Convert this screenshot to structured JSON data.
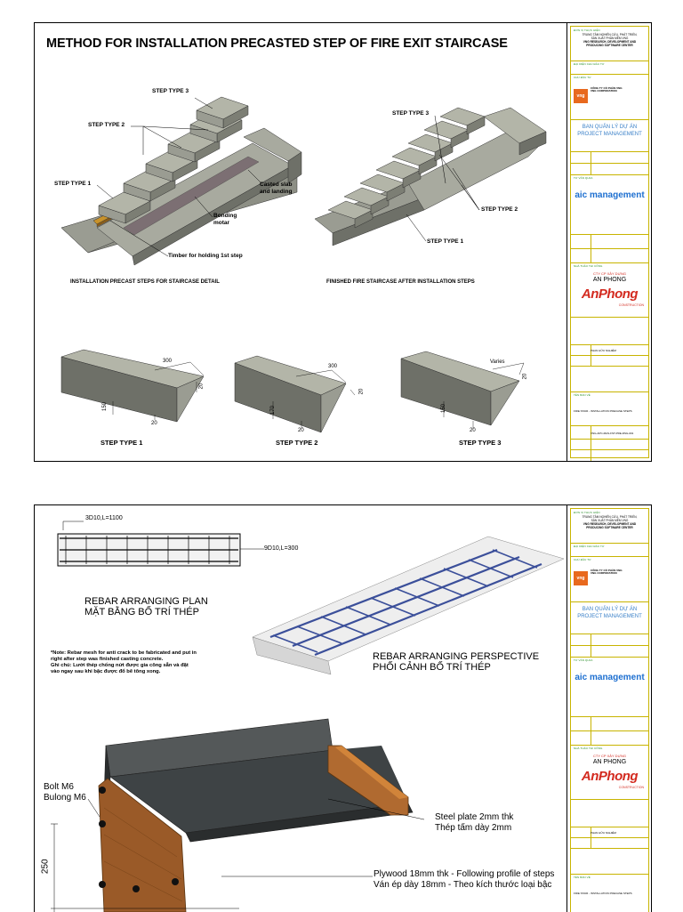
{
  "sheet1": {
    "title": "METHOD FOR INSTALLATION PRECASTED STEP OF FIRE EXIT STAIRCASE",
    "left_labels": {
      "step_type_3": "STEP TYPE 3",
      "step_type_2": "STEP TYPE 2",
      "step_type_1": "STEP TYPE 1",
      "casted_slab": "Casted slab\nand landing",
      "bonding": "Bonding\nmotar",
      "timber": "Timber for holding 1st step"
    },
    "right_labels": {
      "step_type_3": "STEP TYPE 3",
      "step_type_2": "STEP TYPE 2",
      "step_type_1": "STEP TYPE 1"
    },
    "caption_left": "INSTALLATION PRECAST STEPS FOR STAIRCASE DETAIL",
    "caption_right": "FINISHED FIRE STAIRCASE AFTER INSTALLATION STEPS",
    "steps": [
      {
        "caption": "STEP TYPE 1",
        "top": "300",
        "height": "150",
        "side": "20",
        "bottom": "20"
      },
      {
        "caption": "STEP TYPE 2",
        "top": "300",
        "height": "170",
        "side": "20",
        "bottom": "20"
      },
      {
        "caption": "STEP TYPE 3",
        "top": "Varies",
        "height": "150",
        "side": "20",
        "bottom": "20"
      }
    ]
  },
  "sheet2": {
    "rebar_top": "3D10,L=1100",
    "rebar_side": "9D10,L=300",
    "plan_title": "REBAR ARRANGING PLAN\nMẶT BẰNG BỐ TRÍ THÉP",
    "note": "*Note: Rebar mesh for anti crack to be fabricated and put in\nright after step was finished casting concrete.\nGhi chú: Lưới thép chống nứt được gia công sẵn và đặt\nvào ngay sau khi bậc được đổ bê tông xong.",
    "perspective_title": "REBAR ARRANGING PERSPECTIVE\nPHỐI CẢNH BỐ TRÍ THÉP",
    "bolt": "Bolt M6\nBulong M6",
    "steel_plate": "Steel plate 2mm thk\nThép tấm dày 2mm",
    "plywood": "Plywood 18mm thk - Following profile of steps\nVán ép dày 18mm - Theo kích thước loại bậc",
    "dim_250": "250"
  },
  "title_block": {
    "company1_vi": "TRUNG TÂM NGHIÊN CỨU, PHÁT TRIỂN,\nSẢN XUẤT PHẦN MỀM VNG",
    "company1_en": "VNG RESEARCH, DEVELOPMENT AND\nPRODUCING SOFTWARE CENTER",
    "vng_logo": "vng",
    "vng_name": "CÔNG TY CỔ PHẦN VNG\nVNG CORPORATION",
    "pm_vi": "BAN QUẢN LÝ DỰ ÁN",
    "pm_en": "PROJECT MANAGEMENT",
    "aic": "aic management",
    "contractor_vi": "CTY CP XÂY DỰNG",
    "contractor": "AN PHONG",
    "anphong_logo": "AnPhong",
    "anphong_sub": "CONSTRUCTION",
    "drawing_title": "FIRE STAIR - INSTALLATION PRECASE STEPS",
    "drawn_by": "PHAN HỮU NGHIÊM",
    "drawing_no": "VNG-APC-MAS-FST-PRE-DSG-001"
  },
  "colors": {
    "concrete_top": "#b3b5a8",
    "concrete_side": "#7c7e74",
    "concrete_front": "#9a9c92",
    "timber": "#c8922a",
    "rebar": "#3b4f9a",
    "plywood": "#b06a30",
    "steel": "#4a4f50",
    "vng_orange": "#e8691e",
    "aic_blue": "#1d6fd0",
    "anphong_red": "#d32a1f"
  }
}
